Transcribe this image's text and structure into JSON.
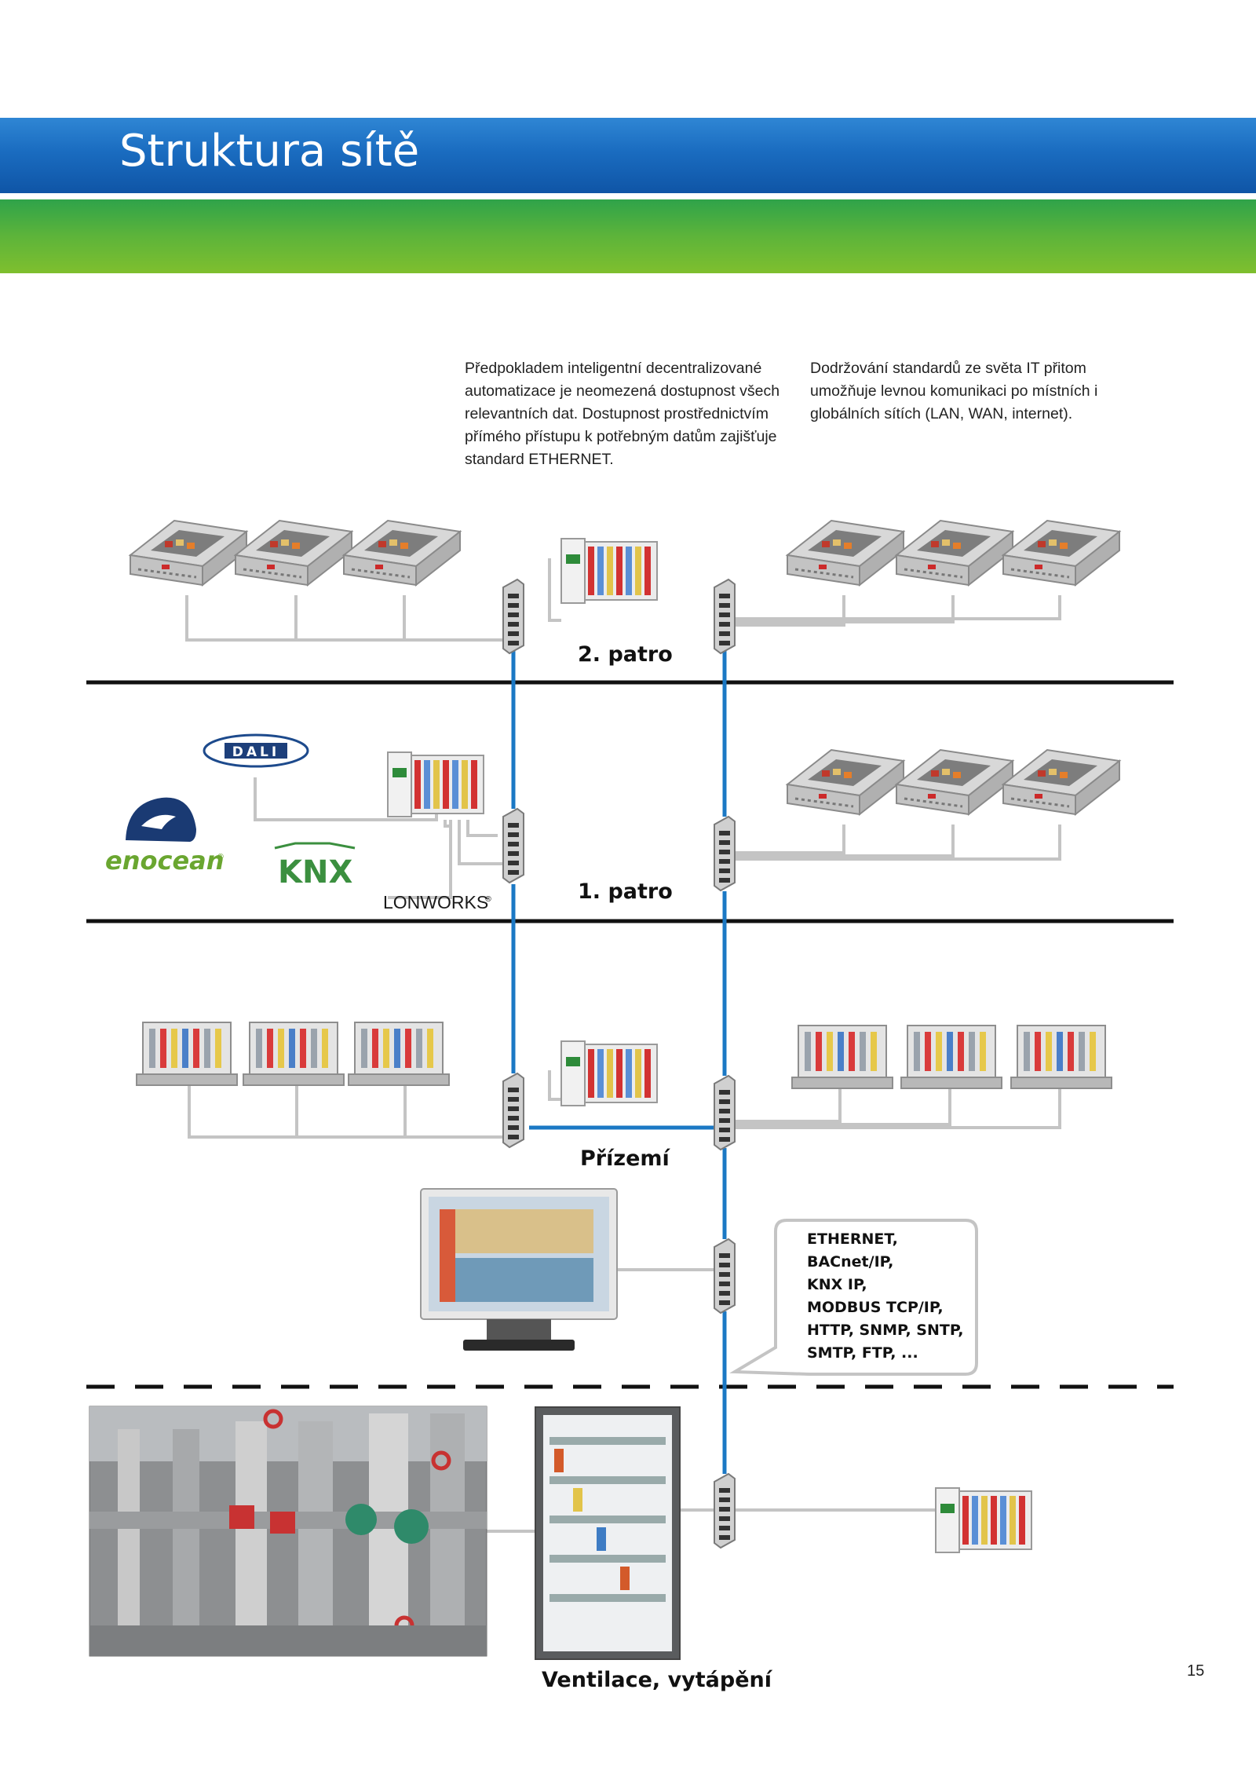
{
  "header": {
    "title": "Struktura sítě"
  },
  "intro": {
    "column1": "Předpokladem inteligentní decentralizované automatizace je neomezená dostupnost všech relevantních dat. Dostupnost prostřednictvím přímého přístupu k potřebným datům zajišťuje standard ETHERNET.",
    "column2": "Dodržování standardů ze světa IT přitom umožňuje levnou komunikaci po místních i globálních sítích (LAN, WAN, internet)."
  },
  "floors": [
    "2. patro",
    "1. patro",
    "Přízemí",
    "Ventilace, vytápění"
  ],
  "logos": {
    "dali": "DALI",
    "enocean": "enocean",
    "knx": "KNX",
    "lonworks": "LONWORKS"
  },
  "protocols": [
    "ETHERNET,",
    "BACnet/IP,",
    "KNX IP,",
    "MODBUS TCP/IP,",
    "HTTP, SNMP, SNTP,",
    "SMTP, FTP, ..."
  ],
  "colors": {
    "banner_blue": "#1a6cc0",
    "banner_green": "#5db43a",
    "ethernet_line": "#1b78c4",
    "cable_gray": "#c4c4c4"
  },
  "page_number": "15"
}
